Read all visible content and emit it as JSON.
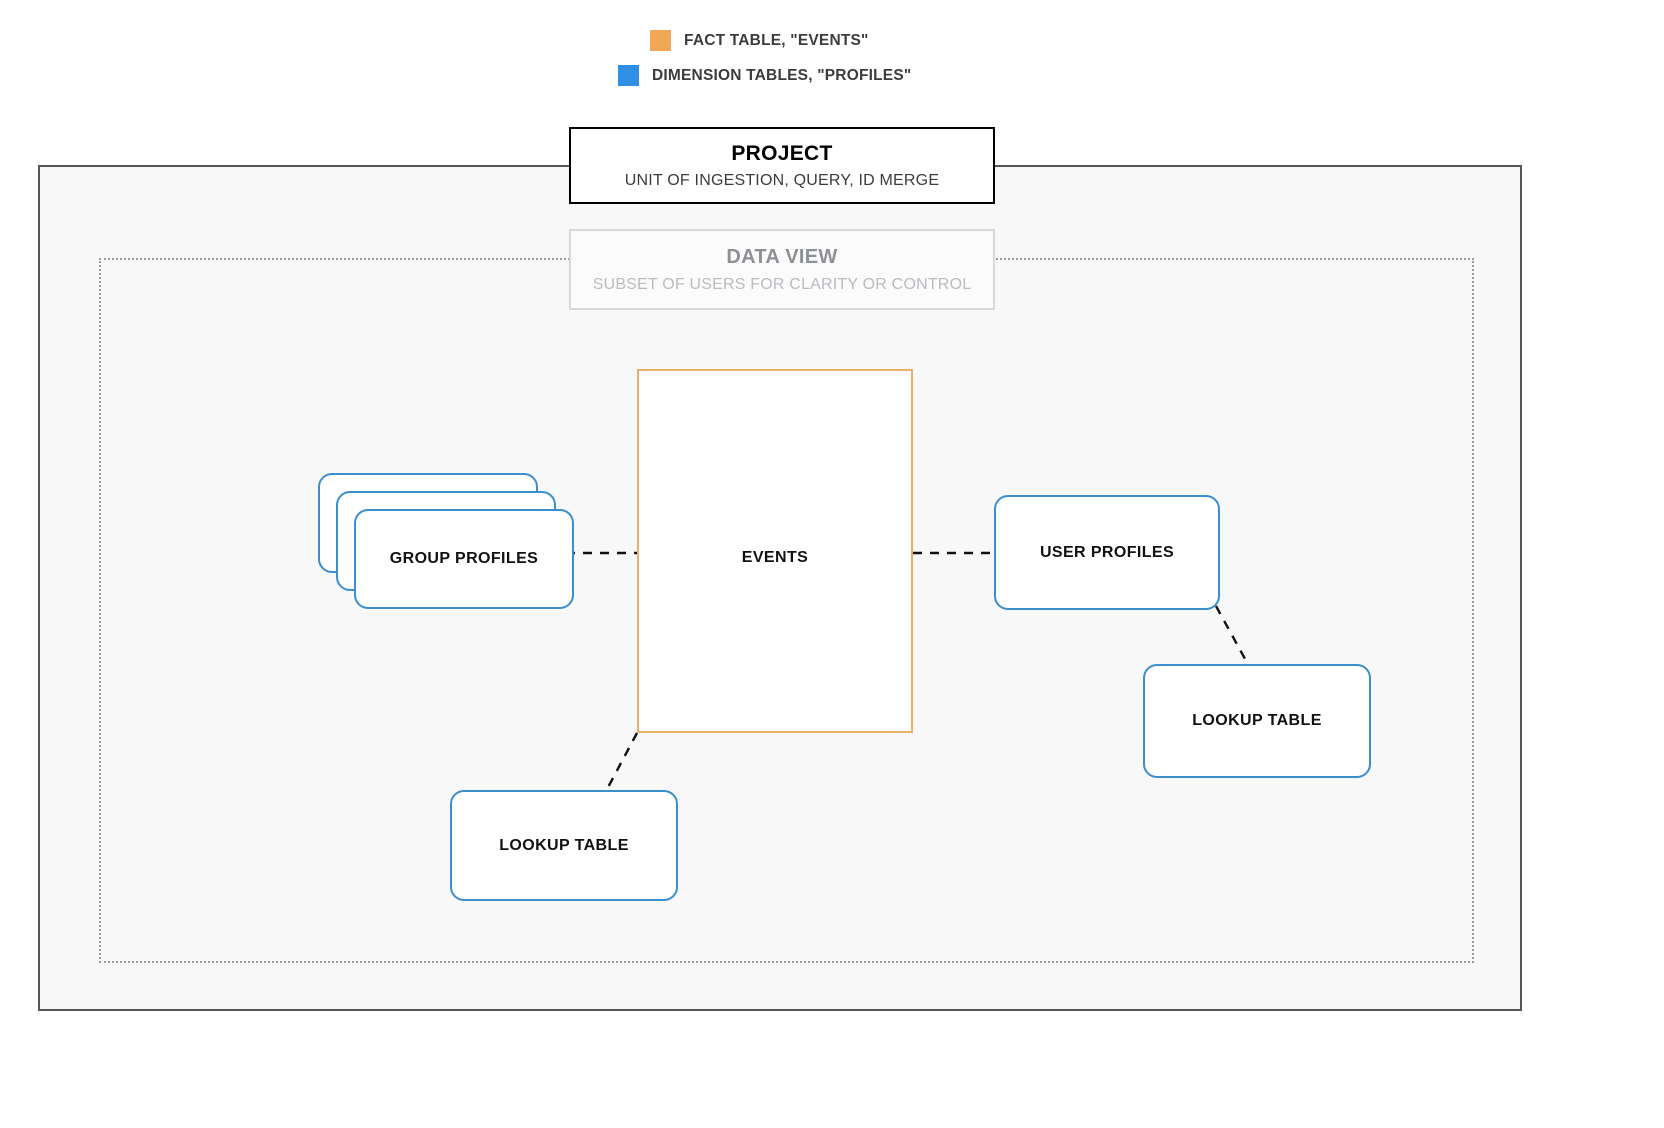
{
  "legend": {
    "items": [
      {
        "label": "FACT TABLE, \"EVENTS\"",
        "color": "#f0a856",
        "icon": "orange-square-swatch"
      },
      {
        "label": "DIMENSION TABLES, \"PROFILES\"",
        "color": "#2e8fe5",
        "icon": "blue-square-swatch"
      }
    ]
  },
  "project": {
    "title": "PROJECT",
    "subtitle": "UNIT OF INGESTION, QUERY, ID MERGE",
    "border_color": "#000000"
  },
  "data_view": {
    "title": "DATA VIEW",
    "subtitle": "SUBSET OF USERS FOR CLARITY OR CONTROL",
    "border_color": "#d8d8d8"
  },
  "nodes": {
    "events": {
      "label": "EVENTS",
      "color": "#e9b168",
      "kind": "fact-table"
    },
    "group_profiles": {
      "label": "GROUP PROFILES",
      "color": "#3b8fcd",
      "kind": "dimension-table-stack"
    },
    "user_profiles": {
      "label": "USER PROFILES",
      "color": "#3b8fcd",
      "kind": "dimension-table"
    },
    "lookup_left": {
      "label": "LOOKUP TABLE",
      "color": "#3b8fcd",
      "kind": "lookup-table"
    },
    "lookup_right": {
      "label": "LOOKUP TABLE",
      "color": "#3b8fcd",
      "kind": "lookup-table"
    }
  },
  "edges": [
    {
      "from": "group_profiles",
      "to": "events",
      "style": "dashed"
    },
    {
      "from": "events",
      "to": "user_profiles",
      "style": "dashed"
    },
    {
      "from": "events",
      "to": "lookup_left",
      "style": "dashed"
    },
    {
      "from": "user_profiles",
      "to": "lookup_right",
      "style": "dashed"
    }
  ]
}
